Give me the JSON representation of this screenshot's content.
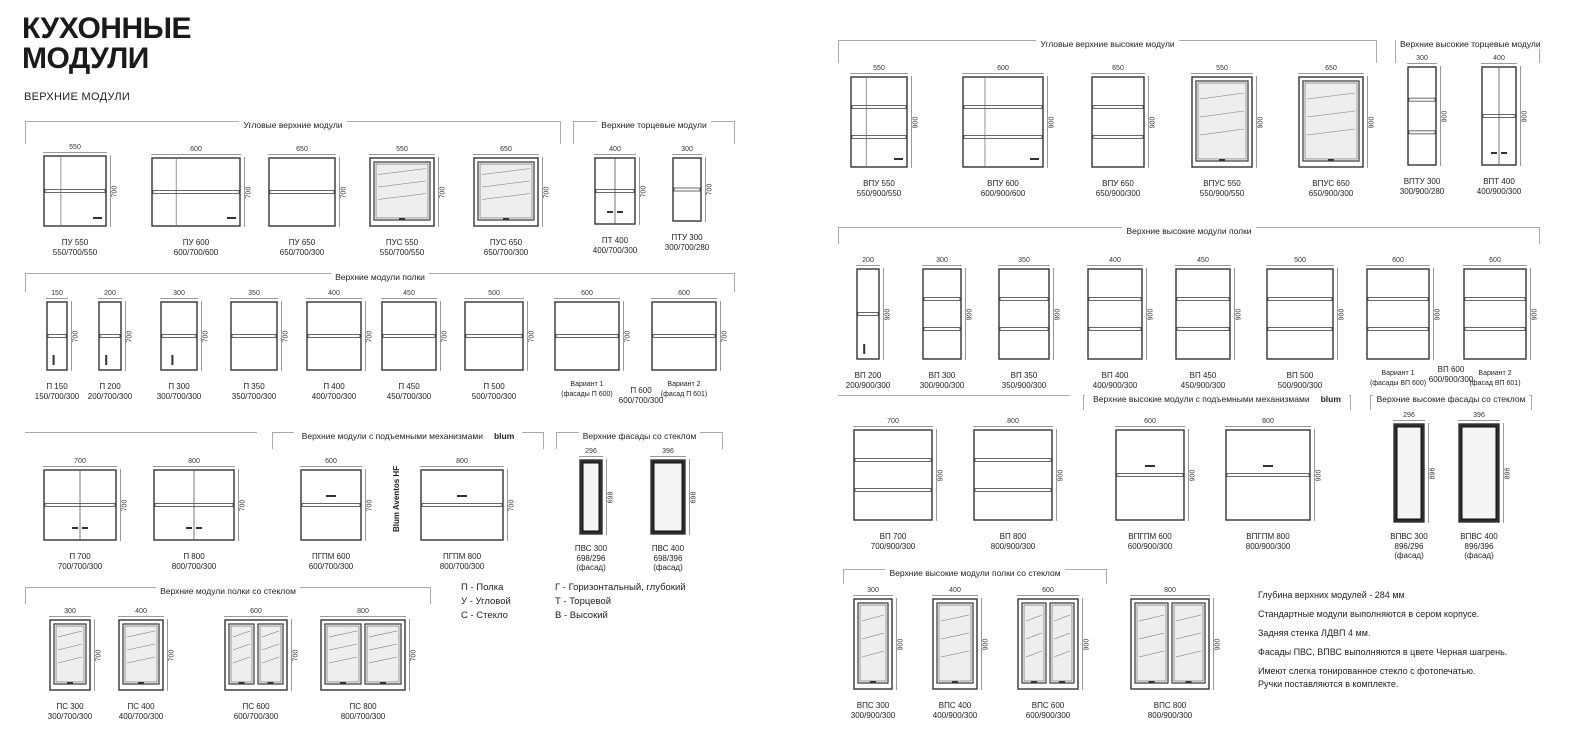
{
  "page": {
    "title_line1": "КУХОННЫЕ",
    "title_line2": "МОДУЛИ",
    "subtitle": "ВЕРХНИЕ МОДУЛИ"
  },
  "sections": {
    "corner_upper": "Угловые верхние модули",
    "end_upper": "Верхние торцевые модули",
    "shelf_upper": "Верхние модули полки",
    "lift_upper": "Верхние модули с подъемными механизмами",
    "glass_facades": "Верхние фасады со стеклом",
    "shelf_glass": "Верхние модули полки со стеклом",
    "corner_high": "Угловые верхние высокие модули",
    "end_high": "Верхние высокие торцевые модули",
    "shelf_high": "Верхние высокие модули полки",
    "lift_high": "Верхние высокие модули с подъемными механизмами",
    "glass_facades_high": "Верхние высокие фасады со стеклом",
    "shelf_glass_high": "Верхние высокие модули полки со стеклом",
    "blum_badge": "blum"
  },
  "side_label": "Blum Aventos HF",
  "legend": {
    "p": "П - Полка",
    "u": "У - Угловой",
    "s": "С - Стекло",
    "g": "Г - Горизонтальный, глубокий",
    "t": "Т - Торцевой",
    "v": "В - Высокий"
  },
  "notes": {
    "depth": "Глубина верхних модулей - 284 мм",
    "standard": "Стандартные модули выполняются в сером корпусе.",
    "back": "Задняя стенка ЛДВП 4 мм.",
    "facades": "Фасады ПВС, ВПВС выполняются в цвете Черная шагрень.",
    "glass": "Имеют слегка тонированное стекло с фотопечатью.",
    "handles": "Ручки поставляются в комплекте."
  },
  "modules": [
    {
      "name": "ПУ 550",
      "size": "550/700/550",
      "w": "550",
      "h": "700",
      "style": "corner",
      "shelves": 1
    },
    {
      "name": "ПУ 600",
      "size": "600/700/600",
      "w": "600",
      "h": "700",
      "style": "corner",
      "shelves": 1
    },
    {
      "name": "ПУ 650",
      "size": "650/700/300",
      "w": "650",
      "h": "700",
      "style": "open",
      "shelves": 1
    },
    {
      "name": "ПУС 550",
      "size": "550/700/550",
      "w": "550",
      "h": "700",
      "style": "glass1",
      "shelves": 1
    },
    {
      "name": "ПУС 650",
      "size": "650/700/300",
      "w": "650",
      "h": "700",
      "style": "glass1",
      "shelves": 1
    },
    {
      "name": "ПТ 400",
      "size": "400/700/300",
      "w": "400",
      "h": "700",
      "style": "door2",
      "shelves": 1
    },
    {
      "name": "ПТУ 300",
      "size": "300/700/280",
      "w": "300",
      "h": "700",
      "style": "open",
      "shelves": 1
    },
    {
      "name": "П 150",
      "size": "150/700/300",
      "w": "150",
      "h": "700",
      "style": "door1",
      "shelves": 1
    },
    {
      "name": "П 200",
      "size": "200/700/300",
      "w": "200",
      "h": "700",
      "style": "door1",
      "shelves": 1
    },
    {
      "name": "П 300",
      "size": "300/700/300",
      "w": "300",
      "h": "700",
      "style": "door1",
      "shelves": 1
    },
    {
      "name": "П 350",
      "size": "350/700/300",
      "w": "350",
      "h": "700",
      "style": "open",
      "shelves": 1
    },
    {
      "name": "П 400",
      "size": "400/700/300",
      "w": "400",
      "h": "700",
      "style": "open",
      "shelves": 1
    },
    {
      "name": "П 450",
      "size": "450/700/300",
      "w": "450",
      "h": "700",
      "style": "open",
      "shelves": 1
    },
    {
      "name": "П 500",
      "size": "500/700/300",
      "w": "500",
      "h": "700",
      "style": "open",
      "shelves": 1
    },
    {
      "name": "Вариант 1",
      "size": "(фасады П 600)",
      "w": "600",
      "h": "700",
      "style": "open",
      "shelves": 1
    },
    {
      "name": "Вариант 2",
      "size": "(фасад П 601)",
      "w": "600",
      "h": "700",
      "style": "open",
      "shelves": 1
    },
    {
      "name": "П 700",
      "size": "700/700/300",
      "w": "700",
      "h": "700",
      "style": "door2",
      "shelves": 1
    },
    {
      "name": "П 800",
      "size": "800/700/300",
      "w": "800",
      "h": "700",
      "style": "door2",
      "shelves": 1
    },
    {
      "name": "ПГПМ 600",
      "size": "600/700/300",
      "w": "600",
      "h": "700",
      "style": "lift",
      "shelves": 1
    },
    {
      "name": "ПГПМ 800",
      "size": "800/700/300",
      "w": "800",
      "h": "700",
      "style": "lift",
      "shelves": 1
    },
    {
      "name": "ПВС 300",
      "size": "698/296",
      "extra": "(фасад)",
      "w": "296",
      "h": "698",
      "style": "facade"
    },
    {
      "name": "ПВС 400",
      "size": "698/396",
      "extra": "(фасад)",
      "w": "396",
      "h": "698",
      "style": "facade"
    },
    {
      "name": "ПС 300",
      "size": "300/700/300",
      "w": "300",
      "h": "700",
      "style": "glass1"
    },
    {
      "name": "ПС 400",
      "size": "400/700/300",
      "w": "400",
      "h": "700",
      "style": "glass1"
    },
    {
      "name": "ПС 600",
      "size": "600/700/300",
      "w": "600",
      "h": "700",
      "style": "glass2"
    },
    {
      "name": "ПС 800",
      "size": "800/700/300",
      "w": "800",
      "h": "700",
      "style": "glass2"
    },
    {
      "name": "ВПУ 550",
      "size": "550/900/550",
      "w": "550",
      "h": "900",
      "style": "corner",
      "shelves": 2
    },
    {
      "name": "ВПУ 600",
      "size": "600/900/600",
      "w": "600",
      "h": "900",
      "style": "corner",
      "shelves": 2
    },
    {
      "name": "ВПУ 650",
      "size": "650/900/300",
      "w": "650",
      "h": "900",
      "style": "open",
      "shelves": 2
    },
    {
      "name": "ВПУС 550",
      "size": "550/900/550",
      "w": "550",
      "h": "900",
      "style": "glass1"
    },
    {
      "name": "ВПУС 650",
      "size": "650/900/300",
      "w": "650",
      "h": "900",
      "style": "glass1"
    },
    {
      "name": "ВПТУ 300",
      "size": "300/900/280",
      "w": "300",
      "h": "900",
      "style": "open",
      "shelves": 2
    },
    {
      "name": "ВПТ 400",
      "size": "400/900/300",
      "w": "400",
      "h": "900",
      "style": "door2",
      "shelves": 1
    },
    {
      "name": "ВП 200",
      "size": "200/900/300",
      "w": "200",
      "h": "900",
      "style": "door1"
    },
    {
      "name": "ВП 300",
      "size": "300/900/300",
      "w": "300",
      "h": "900",
      "style": "open",
      "shelves": 2
    },
    {
      "name": "ВП 350",
      "size": "350/900/300",
      "w": "350",
      "h": "900",
      "style": "open",
      "shelves": 2
    },
    {
      "name": "ВП 400",
      "size": "400/900/300",
      "w": "400",
      "h": "900",
      "style": "open",
      "shelves": 2
    },
    {
      "name": "ВП 450",
      "size": "450/900/300",
      "w": "450",
      "h": "900",
      "style": "open",
      "shelves": 2
    },
    {
      "name": "ВП 500",
      "size": "500/900/300",
      "w": "500",
      "h": "900",
      "style": "open",
      "shelves": 2
    },
    {
      "name": "Вариант 1",
      "size": "(фасады ВП 600)",
      "w": "600",
      "h": "900",
      "style": "open",
      "shelves": 2
    },
    {
      "name": "Вариант 2",
      "size": "(фасад ВП 601)",
      "w": "600",
      "h": "900",
      "style": "open",
      "shelves": 2
    },
    {
      "name": "ВП 700",
      "size": "700/900/300",
      "w": "700",
      "h": "900",
      "style": "open",
      "shelves": 2
    },
    {
      "name": "ВП 800",
      "size": "800/900/300",
      "w": "800",
      "h": "900",
      "style": "open",
      "shelves": 2
    },
    {
      "name": "ВПГПМ 600",
      "size": "600/900/300",
      "w": "600",
      "h": "900",
      "style": "lift",
      "shelves": 2
    },
    {
      "name": "ВПГПМ 800",
      "size": "800/900/300",
      "w": "800",
      "h": "900",
      "style": "lift",
      "shelves": 2
    },
    {
      "name": "ВПВС 300",
      "size": "896/296",
      "extra": "(фасад)",
      "w": "296",
      "h": "896",
      "style": "facade"
    },
    {
      "name": "ВПВС 400",
      "size": "896/396",
      "extra": "(фасад)",
      "w": "396",
      "h": "896",
      "style": "facade"
    },
    {
      "name": "ВПС 300",
      "size": "300/900/300",
      "w": "300",
      "h": "900",
      "style": "glass1"
    },
    {
      "name": "ВПС 400",
      "size": "400/900/300",
      "w": "400",
      "h": "900",
      "style": "glass1"
    },
    {
      "name": "ВПС 600",
      "size": "600/900/300",
      "w": "600",
      "h": "900",
      "style": "glass2"
    },
    {
      "name": "ВПС 800",
      "size": "800/900/300",
      "w": "800",
      "h": "900",
      "style": "glass2"
    }
  ],
  "shared_caption": {
    "p600_name": "П 600",
    "p600_size": "600/700/300",
    "vp600_name": "ВП 600",
    "vp600_size": "600/900/300"
  }
}
